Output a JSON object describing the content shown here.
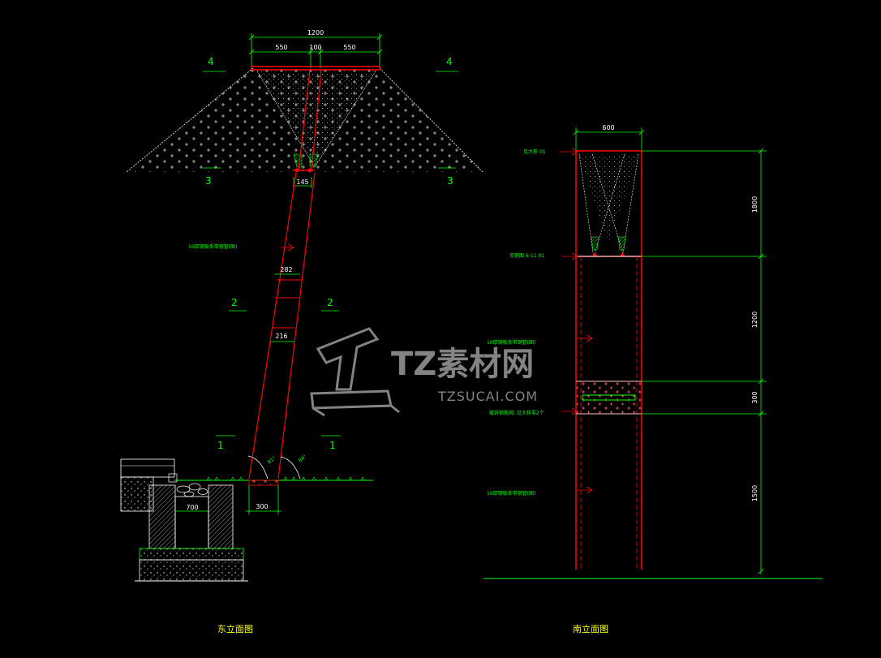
{
  "colors": {
    "background": "#000000",
    "structure": "#ff0000",
    "dimension": "#00ff00",
    "hatch": "#ffffff",
    "title": "#ffff00",
    "watermark": "#9a9a9a"
  },
  "east_elevation": {
    "title": "东立面图",
    "dims": {
      "overall": "1200",
      "left": "550",
      "center": "100",
      "right": "550",
      "joint": "145",
      "mid_upper": "282",
      "mid_lower": "216",
      "base": "300",
      "drain": "700"
    },
    "section_marks": {
      "s4_left": "4",
      "s4_right": "4",
      "s3_left": "3",
      "s3_right": "3",
      "s2_left": "2",
      "s2_right": "2",
      "s1_left": "1",
      "s1_right": "1"
    },
    "angles": {
      "left": "81°",
      "right": "84°"
    },
    "note_post": "10厚钢板条带钢管(图)"
  },
  "south_elevation": {
    "title": "南立面图",
    "dims": {
      "width": "600",
      "h1": "1800",
      "h2": "1200",
      "h3": "300",
      "h4": "1500"
    },
    "notes": {
      "top": "见大样 01",
      "mid": "见钢图   6-11 01",
      "post1": "10厚钢板条带钢管(图)",
      "bar": "镀锌钢筋网, 见大样零2个",
      "post2": "10厚钢板条带钢管(图)"
    }
  },
  "watermark": {
    "brand": "TZ素材网",
    "url": "TZSUCAI.COM"
  }
}
